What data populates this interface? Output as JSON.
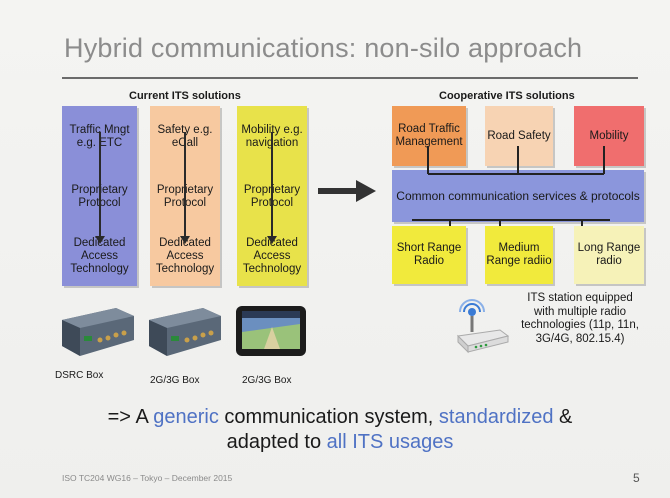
{
  "title": "Hybrid communications: non-silo approach",
  "left": {
    "section_title": "Current ITS solutions",
    "columns": [
      {
        "top": "Traffic Mngt e.g. ETC",
        "middle": "Proprietary Protocol",
        "bottom": "Dedicated Access Technology"
      },
      {
        "top": "Safety e.g. eCall",
        "middle": "Proprietary Protocol",
        "bottom": "Dedicated Access Technology"
      },
      {
        "top": "Mobility e.g. navigation",
        "middle": "Proprietary Protocol",
        "bottom": "Dedicated Access Technology"
      }
    ],
    "devices": [
      "DSRC Box",
      "2G/3G Box",
      "2G/3G Box"
    ]
  },
  "right": {
    "section_title": "Cooperative ITS solutions",
    "apps": [
      "Road Traffic Management",
      "Road Safety",
      "Mobility"
    ],
    "common": "Common communication services & protocols",
    "radios": [
      "Short Range Radio",
      "Medium Range radiio",
      "Long Range radio"
    ],
    "station_text": "ITS station equipped with multiple radio technologies (11p, 11n, 3G/4G, 802.15.4)"
  },
  "bottom": {
    "prefix": "=> A ",
    "generic": "generic",
    "mid": " communication system, ",
    "standardized": "standardized",
    "amp": " &",
    "line2a": "adapted to ",
    "all_its": "all ITS usages"
  },
  "footer": "ISO TC204 WG16  –  Tokyo  – December 2015",
  "page_number": "5",
  "colors": {
    "blue": "#8a8fd8",
    "peach": "#f7c9a0",
    "yellow": "#e8e24a",
    "orange": "#f09a56",
    "pink": "#f06e6e",
    "common": "#8b96dc",
    "highlight": "#4f72c4"
  }
}
